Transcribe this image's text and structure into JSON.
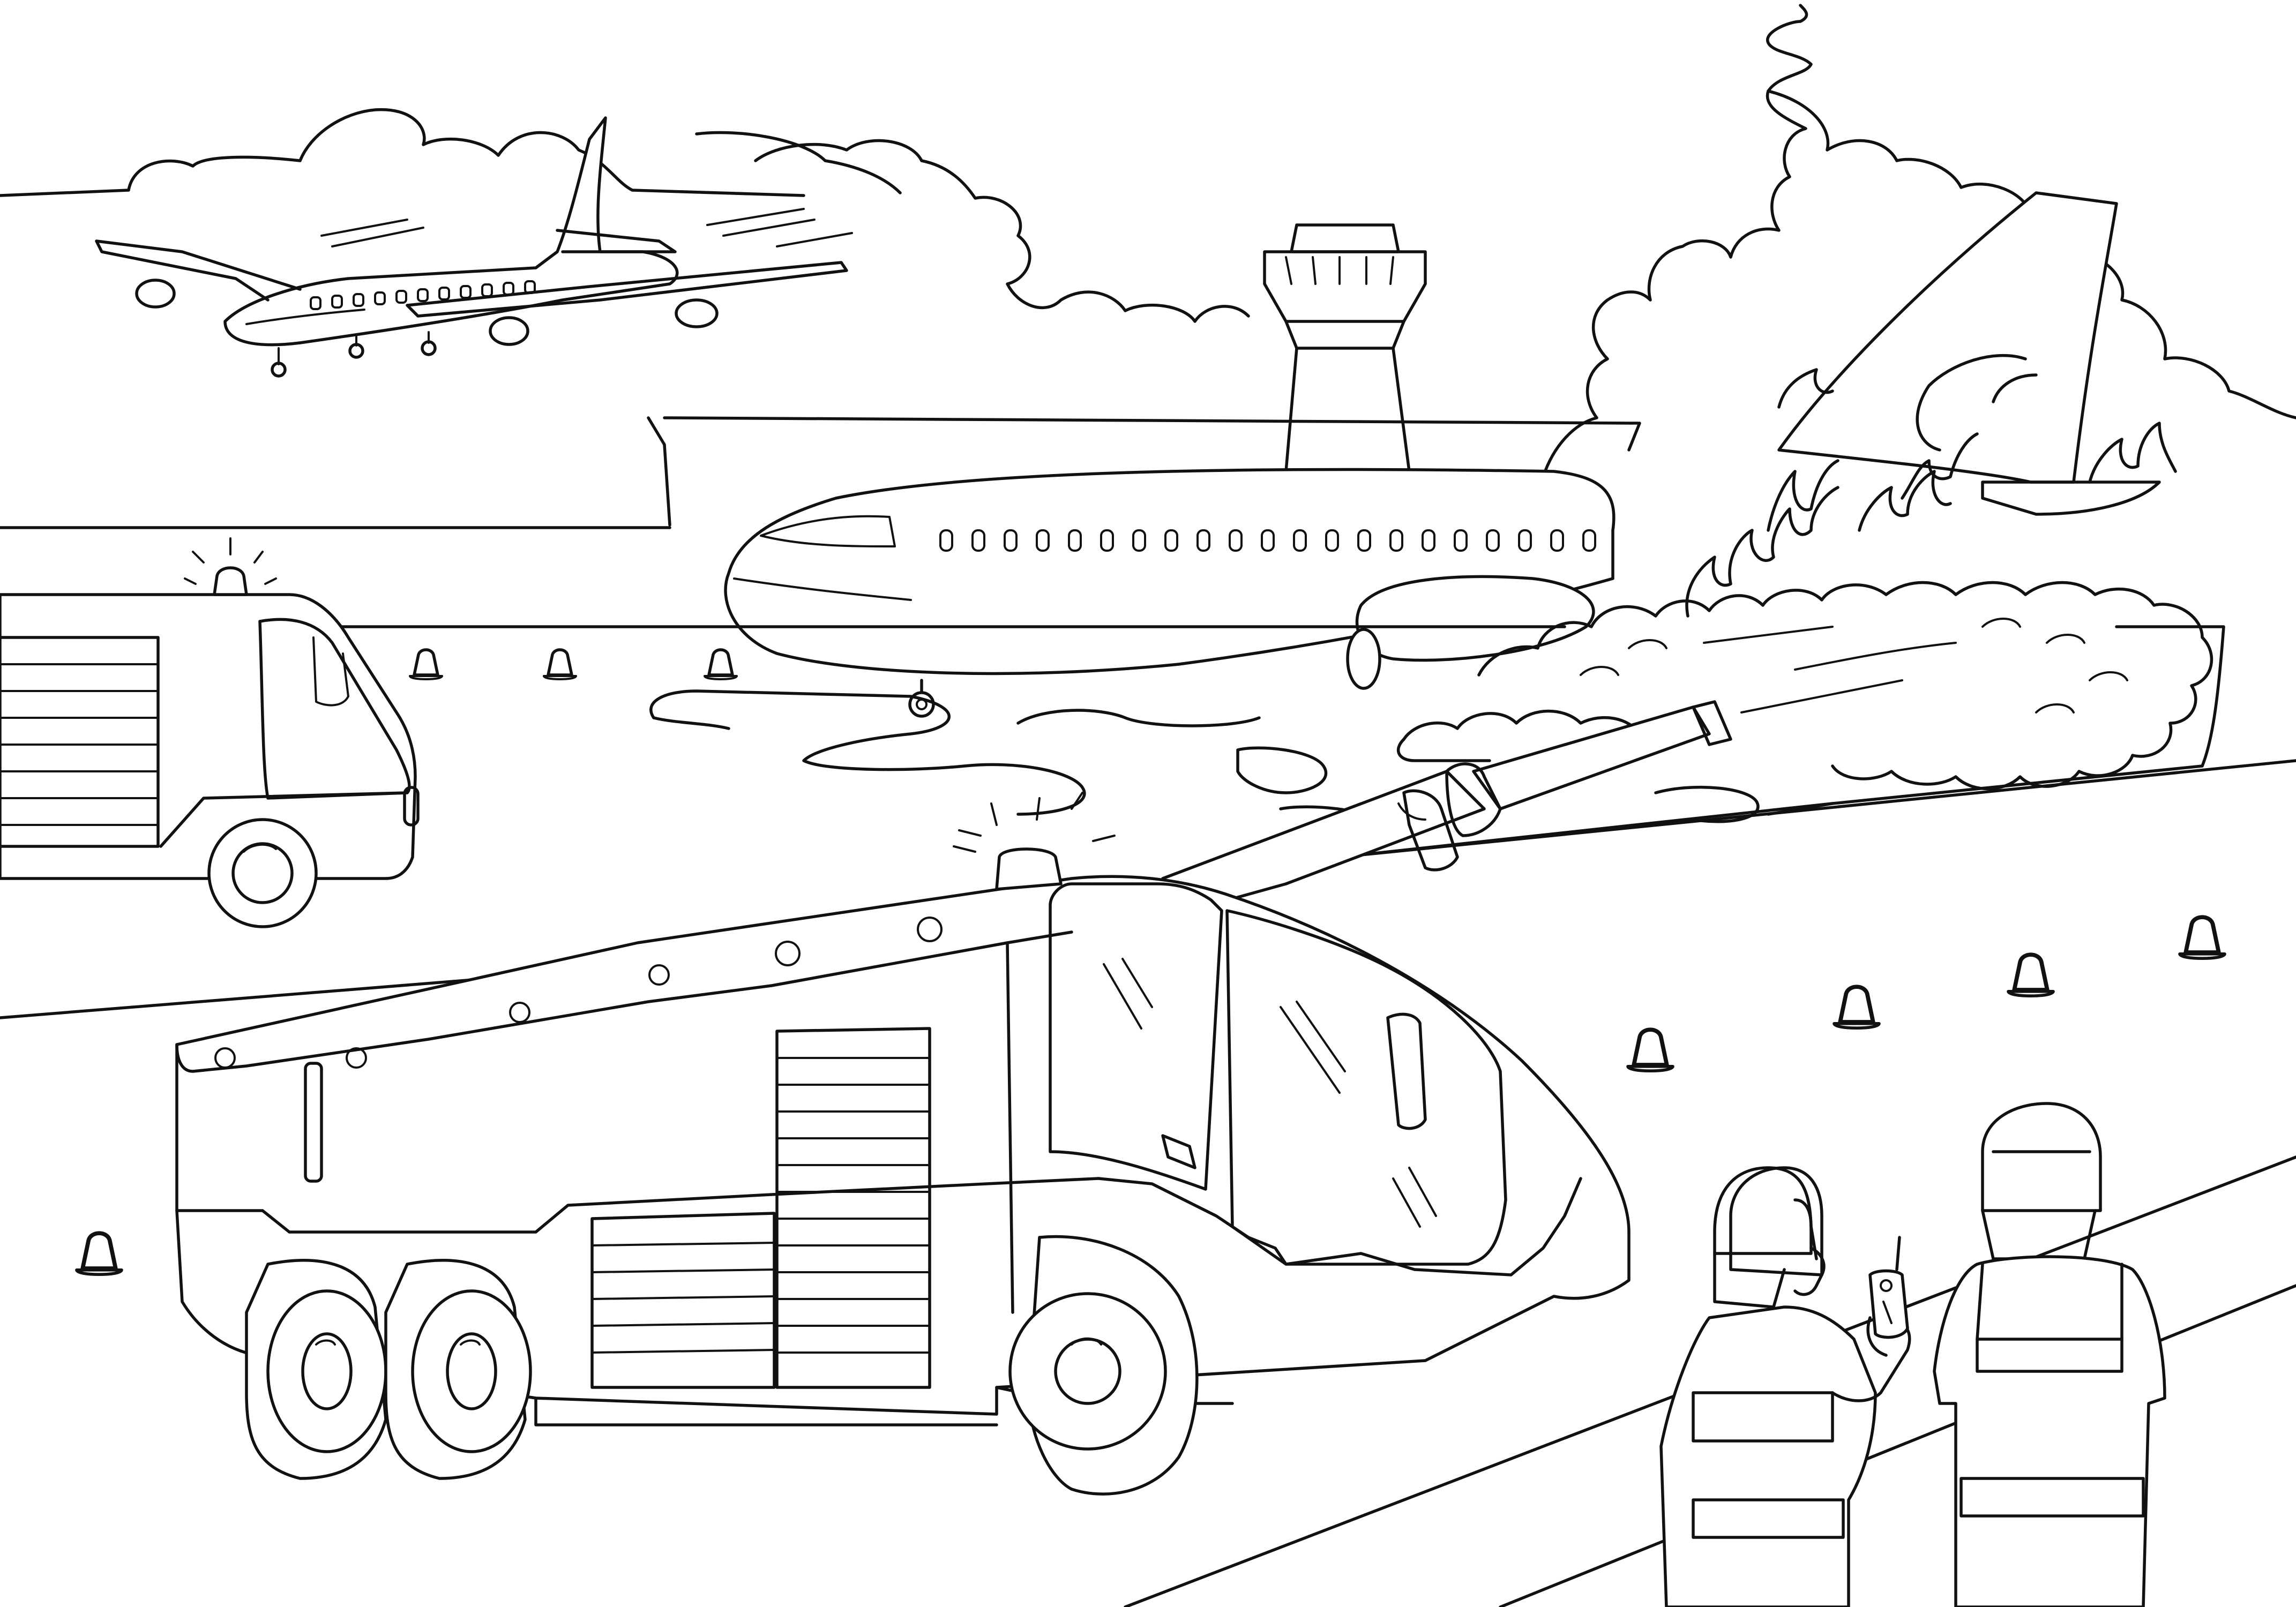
{
  "image": {
    "kind": "line-art coloring page",
    "background_color": "#ffffff",
    "line_color": "#111111"
  },
  "scene": {
    "sky": {
      "clouds": 3,
      "flying_plane": {
        "icon": "jet-airliner-icon",
        "state": "taking off"
      }
    },
    "background": {
      "terminal_building": true,
      "control_tower": true
    },
    "runway": {
      "burning_plane": {
        "icon": "jet-airliner-icon",
        "state": "tail on fire, extinguishing foam"
      },
      "traffic_cones": 8
    },
    "vehicles": [
      {
        "name": "rear-fire-engine",
        "icon": "fire-truck-icon",
        "beacon": true
      },
      {
        "name": "main-crash-tender",
        "icon": "fire-truck-icon",
        "beacon": true,
        "water_cannon": true
      }
    ],
    "firefighters": [
      {
        "name": "firefighter-with-radio",
        "holding": "walkie-talkie",
        "helmet": true,
        "reflective_stripes": true
      },
      {
        "name": "firefighter-watching",
        "helmet": true,
        "reflective_stripes": true
      }
    ]
  }
}
